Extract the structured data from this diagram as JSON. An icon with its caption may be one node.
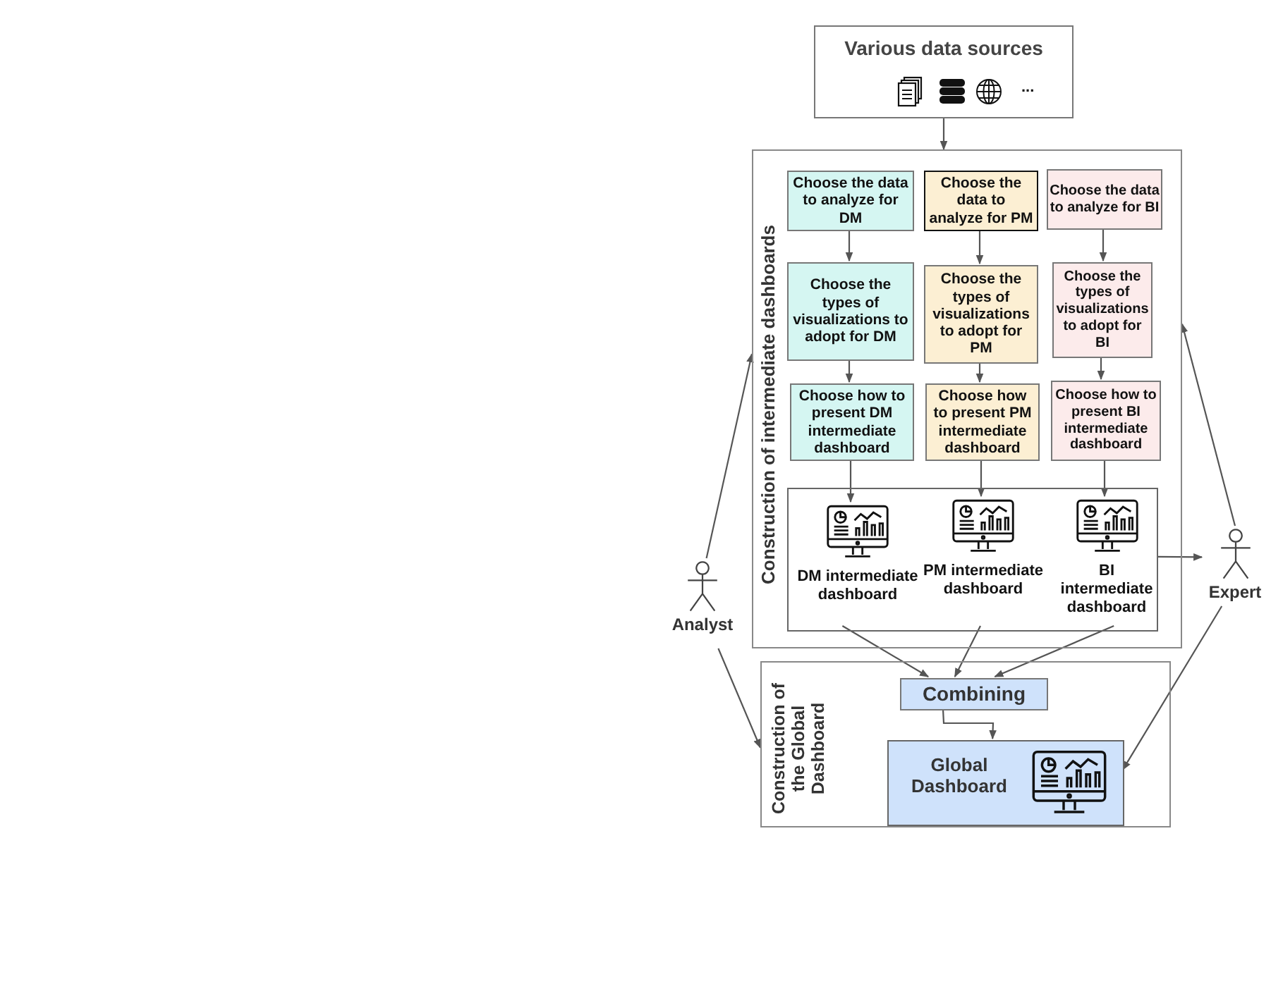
{
  "diagram": {
    "nodes": [
      {
        "text": [
          "Various data sources",
          "..."
        ]
      },
      {
        "text": [
          "Construction of intermediate dashboards"
        ]
      },
      {
        "text": [
          "Choose the data to analyze for DM"
        ],
        "in": 1
      },
      {
        "text": [
          "Choose the data to analyze for PM"
        ],
        "in": 1
      },
      {
        "text": [
          "Choose the data to analyze for BI"
        ],
        "in": 1
      },
      {
        "text": [
          "Choose the types of visualizations to adopt for DM"
        ],
        "in": 1
      },
      {
        "text": [
          "Choose the types of visualizations to adopt for PM"
        ],
        "in": 1
      },
      {
        "text": [
          "Choose the types of visualizations to adopt for BI"
        ],
        "in": 1
      },
      {
        "text": [
          "Choose how to present DM intermediate dashboard"
        ],
        "in": 1
      },
      {
        "text": [
          "Choose how to present PM intermediate dashboard"
        ],
        "in": 1
      },
      {
        "text": [
          "Choose how to present BI intermediate dashboard"
        ],
        "in": 1
      },
      {
        "text": [],
        "shape": "box",
        "in": 1
      },
      {
        "text": [
          "DM intermediate dashboard"
        ],
        "in": 11
      },
      {
        "text": [
          "PM intermediate dashboard"
        ],
        "in": 11
      },
      {
        "text": [
          "BI intermediate dashboard"
        ],
        "in": 11
      },
      {
        "text": [
          "Analyst"
        ]
      },
      {
        "text": [
          "Expert"
        ]
      },
      {
        "text": [
          "Construction of the Global Dashboard"
        ]
      },
      {
        "text": [
          "Combining"
        ],
        "in": 17
      },
      {
        "text": [
          "Global Dashboard"
        ],
        "in": 17
      }
    ],
    "edges": [
      {
        "from": 0,
        "to": 1,
        "arrow": "to"
      },
      {
        "from": 2,
        "to": 5,
        "arrow": "to"
      },
      {
        "from": 3,
        "to": 6,
        "arrow": "to"
      },
      {
        "from": 4,
        "to": 7,
        "arrow": "to"
      },
      {
        "from": 5,
        "to": 8,
        "arrow": "to"
      },
      {
        "from": 6,
        "to": 9,
        "arrow": "to"
      },
      {
        "from": 7,
        "to": 10,
        "arrow": "to"
      },
      {
        "from": 8,
        "to": 12,
        "arrow": "to"
      },
      {
        "from": 9,
        "to": 13,
        "arrow": "to"
      },
      {
        "from": 10,
        "to": 14,
        "arrow": "to"
      },
      {
        "from": 12,
        "to": 18,
        "arrow": "to"
      },
      {
        "from": 13,
        "to": 18,
        "arrow": "to"
      },
      {
        "from": 14,
        "to": 18,
        "arrow": "to"
      },
      {
        "from": 18,
        "to": 19,
        "arrow": "to"
      },
      {
        "from": 15,
        "to": 1,
        "arrow": "to"
      },
      {
        "from": 15,
        "to": 17,
        "arrow": "to"
      },
      {
        "from": 16,
        "to": 1,
        "arrow": "to"
      },
      {
        "from": 16,
        "to": 19,
        "arrow": "to"
      },
      {
        "from": 11,
        "to": 16,
        "arrow": "to"
      }
    ]
  }
}
